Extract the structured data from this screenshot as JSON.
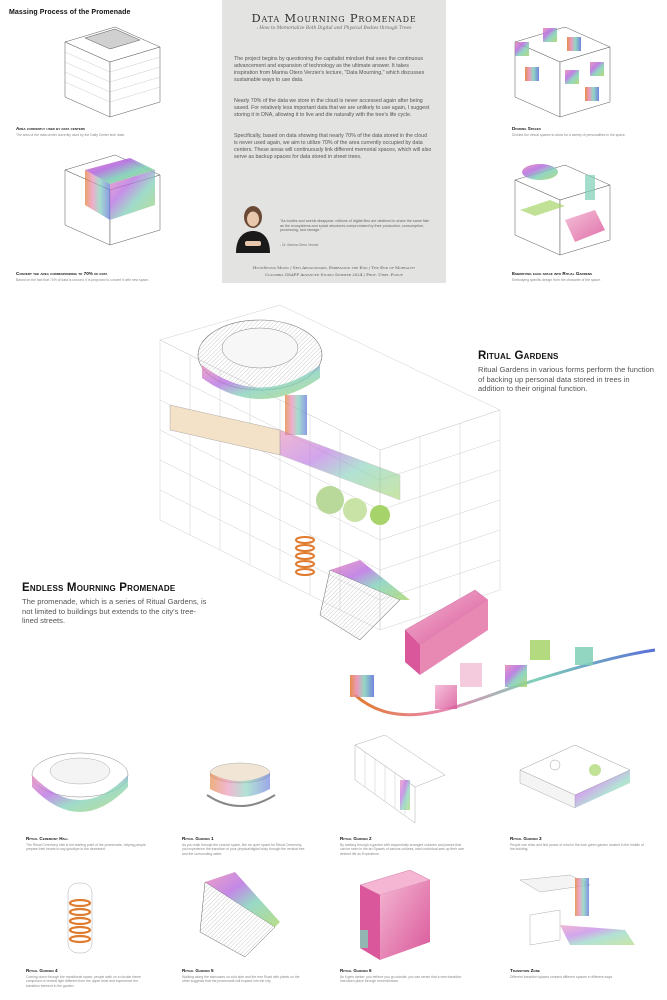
{
  "header": {
    "left_title": "Massing Process of the Promenade"
  },
  "panel": {
    "title": "Data Mourning Promenade",
    "subtitle": ": How to Memorialize Both Digital and Physical Bodies through Trees",
    "paragraphs": [
      "The project begins by questioning the capitalist mindset that sees the continuous advancement and expansion of technology as the ultimate answer. It takes inspiration from Marina Otero Verzier's lecture, \"Data Mourning,\" which discusses sustainable ways to use data.",
      "Nearly 70% of the data we store in the cloud is never accessed again after being saved. For relatively less important data that we are unlikely to use again, I suggest storing it in DNA, allowing it to live and die naturally with the tree's life cycle.",
      "Specifically, based on data showing that nearly 70% of the data stored in the cloud is never used again, we aim to utilize 70% of the area currently occupied by data centers. These areas will continuously link different memorial spaces, which will also serve as backup spaces for data stored in street trees."
    ],
    "quote": "\"As bodies and worlds disappear, millions of digital files are destined to share the same fate as the ecosystems and social structures compromised by their production, consumption, processing, and storage.\"",
    "quote_author": "- Dr. Marina Otero Verzier",
    "credit_line1": "HyunSeung Moon / Seyi Arogundade, Embracing the End / The End of Mortality",
    "credit_line2": "Columbia GSAPP Advanced Studio Summer 2024 / Prof. Uriel Fogue"
  },
  "massing": [
    {
      "title": "Area currently used by data centers",
      "desc": "The area of the data center currently used by the Daily Center tech data."
    },
    {
      "title": "Dividing Spaces",
      "desc": "Divided the virtual spaces to allow for a variety of personalities in the space."
    },
    {
      "title": "Convert the area corresponding to 70% of data",
      "desc": "Based on the fact that 70% of data is unused, it is proposed to convert it with new space."
    },
    {
      "title": "Embodying each space into Ritual Gardens",
      "desc": "Embodying specific design from the character of the space."
    }
  ],
  "ritual_gardens": {
    "title": "Ritual Gardens",
    "desc": "Ritual Gardens in various forms perform the function of backing up personal data stored in trees in addition to their original function."
  },
  "promenade": {
    "title": "Endless Mourning Promenade",
    "desc": "The promenade, which is a series of Ritual Gardens, is not limited to buildings but extends to the city's tree-lined streets."
  },
  "gardens": [
    {
      "title": "Ritual Ceremony Hall",
      "desc": "The Ritual Ceremony Hall is the starting point of the promenade, helping people prepare their hearts to say goodbye to the deceased."
    },
    {
      "title": "Ritual Garden 1",
      "desc": "As you walk through the circular space, like an open space for Ritual Ceremony, you experience the transition of your physical/digital body through the vertical tree and the surrounding water."
    },
    {
      "title": "Ritual Garden 2",
      "desc": "By walking through a garden with sequentially arranged columns and planes that can be seen in the art Spaces of various cultures, each individual sets up their own desired life as Experience."
    },
    {
      "title": "Ritual Garden 3",
      "desc": "People can relax and find peace of mind in the lush green garden located in the middle of the building."
    },
    {
      "title": "Ritual Garden 4",
      "desc": "Coming down through the transitional space, people walk on a circular frame composed of vertical light different from the upper level and experience the transition element in the garden."
    },
    {
      "title": "Ritual Garden 5",
      "desc": "Walking along the staircases on cold side and the tree Road with plants on the other suggests that the promenade will expand into the city."
    },
    {
      "title": "Ritual Garden 6",
      "desc": "As it gets darker, you believe you go outside, you can sense that a new transition has taken place through remembrance."
    },
    {
      "title": "Transition Zone",
      "desc": "Different transition spaces connect different spaces in different ways."
    }
  ],
  "colors": {
    "panel_bg": "#e3e3e1",
    "pink": "#e889b4",
    "teal": "#7fcfb8",
    "green": "#a7d46a",
    "purple": "#b46be0",
    "orange": "#e07a2c",
    "line": "#9a9a9a"
  }
}
